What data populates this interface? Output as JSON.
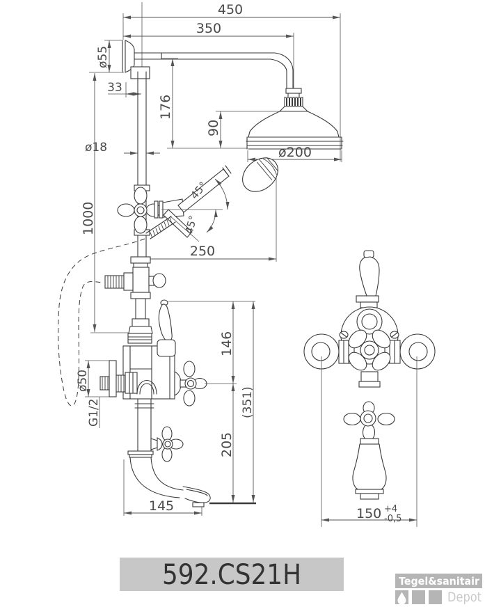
{
  "drawing": {
    "dimensions": {
      "d450": "450",
      "d350": "350",
      "d55": "ø55",
      "d33": "33",
      "d176": "176",
      "d90": "90",
      "d18": "ø18",
      "d200": "ø200",
      "d1000": "1000",
      "a45_upper": "45°",
      "a45_lower": "45°",
      "d250": "250",
      "d146": "146",
      "d351": "(351)",
      "d205": "205",
      "d50": "ø50",
      "g12": "G1/2",
      "d145": "145",
      "d150": "150",
      "d150_tol_plus": "+4",
      "d150_tol_minus": "-0,5"
    }
  },
  "footer": {
    "product_code": "592.CS21H"
  },
  "brand": {
    "name": "Tegel&sanitair",
    "subname": "Depot"
  },
  "colors": {
    "line": "#3a3a3a",
    "dim": "#555555",
    "dim_text": "#4a4a4a",
    "label_bg": "#c7c7c7",
    "label_text": "#333333",
    "brand_gray": "#b5b5b5",
    "brand_light": "#c9c9c9",
    "paper": "#ffffff"
  }
}
